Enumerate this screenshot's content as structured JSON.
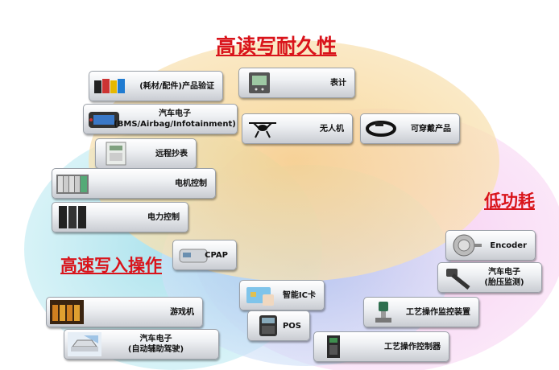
{
  "titles": {
    "durability": "高读写耐久性",
    "low_power": "低功耗",
    "speed": "高速写入操作"
  },
  "items": [
    {
      "id": "consumables",
      "lines": [
        "(耗材/配件)产品验证"
      ],
      "icon": "printer-cartridge-icon"
    },
    {
      "id": "meter",
      "lines": [
        "表计"
      ],
      "icon": "power-meter-icon"
    },
    {
      "id": "automotive-bms",
      "lines": [
        "汽车电子",
        "(BMS/Airbag/Infotainment)"
      ],
      "icon": "car-dashboard-icon"
    },
    {
      "id": "drone",
      "lines": [
        "无人机"
      ],
      "icon": "drone-icon"
    },
    {
      "id": "wearable",
      "lines": [
        "可穿戴产品"
      ],
      "icon": "wristband-icon"
    },
    {
      "id": "remote-meter",
      "lines": [
        "远程抄表"
      ],
      "icon": "electricity-meter-icon"
    },
    {
      "id": "motor-control",
      "lines": [
        "电机控制"
      ],
      "icon": "plc-rack-icon"
    },
    {
      "id": "power-control",
      "lines": [
        "电力控制"
      ],
      "icon": "server-cabinet-icon"
    },
    {
      "id": "cpap",
      "lines": [
        "CPAP"
      ],
      "icon": "cpap-device-icon"
    },
    {
      "id": "encoder",
      "lines": [
        "Encoder"
      ],
      "icon": "rotary-encoder-icon"
    },
    {
      "id": "tpms",
      "lines": [
        "汽车电子",
        "(胎压监测)"
      ],
      "icon": "tire-valve-icon"
    },
    {
      "id": "ic-card",
      "lines": [
        "智能IC卡"
      ],
      "icon": "smart-card-icon"
    },
    {
      "id": "gaming",
      "lines": [
        "游戏机"
      ],
      "icon": "slot-machines-icon"
    },
    {
      "id": "process-monitor",
      "lines": [
        "工艺操作监控装置"
      ],
      "icon": "pressure-transmitter-icon"
    },
    {
      "id": "pos",
      "lines": [
        "POS"
      ],
      "icon": "pos-terminal-icon"
    },
    {
      "id": "adas",
      "lines": [
        "汽车电子",
        "(自动辅助驾驶)"
      ],
      "icon": "adas-car-icon"
    },
    {
      "id": "process-controller",
      "lines": [
        "工艺操作控制器"
      ],
      "icon": "controller-panel-icon"
    }
  ],
  "colors": {
    "durability_fill": "#f7d08a",
    "low_power_fill": "#f3b6ec",
    "speed_fill": "#9fe0ea",
    "speed_blue_fill": "#a9c8f2",
    "title_red": "#d9141b"
  }
}
